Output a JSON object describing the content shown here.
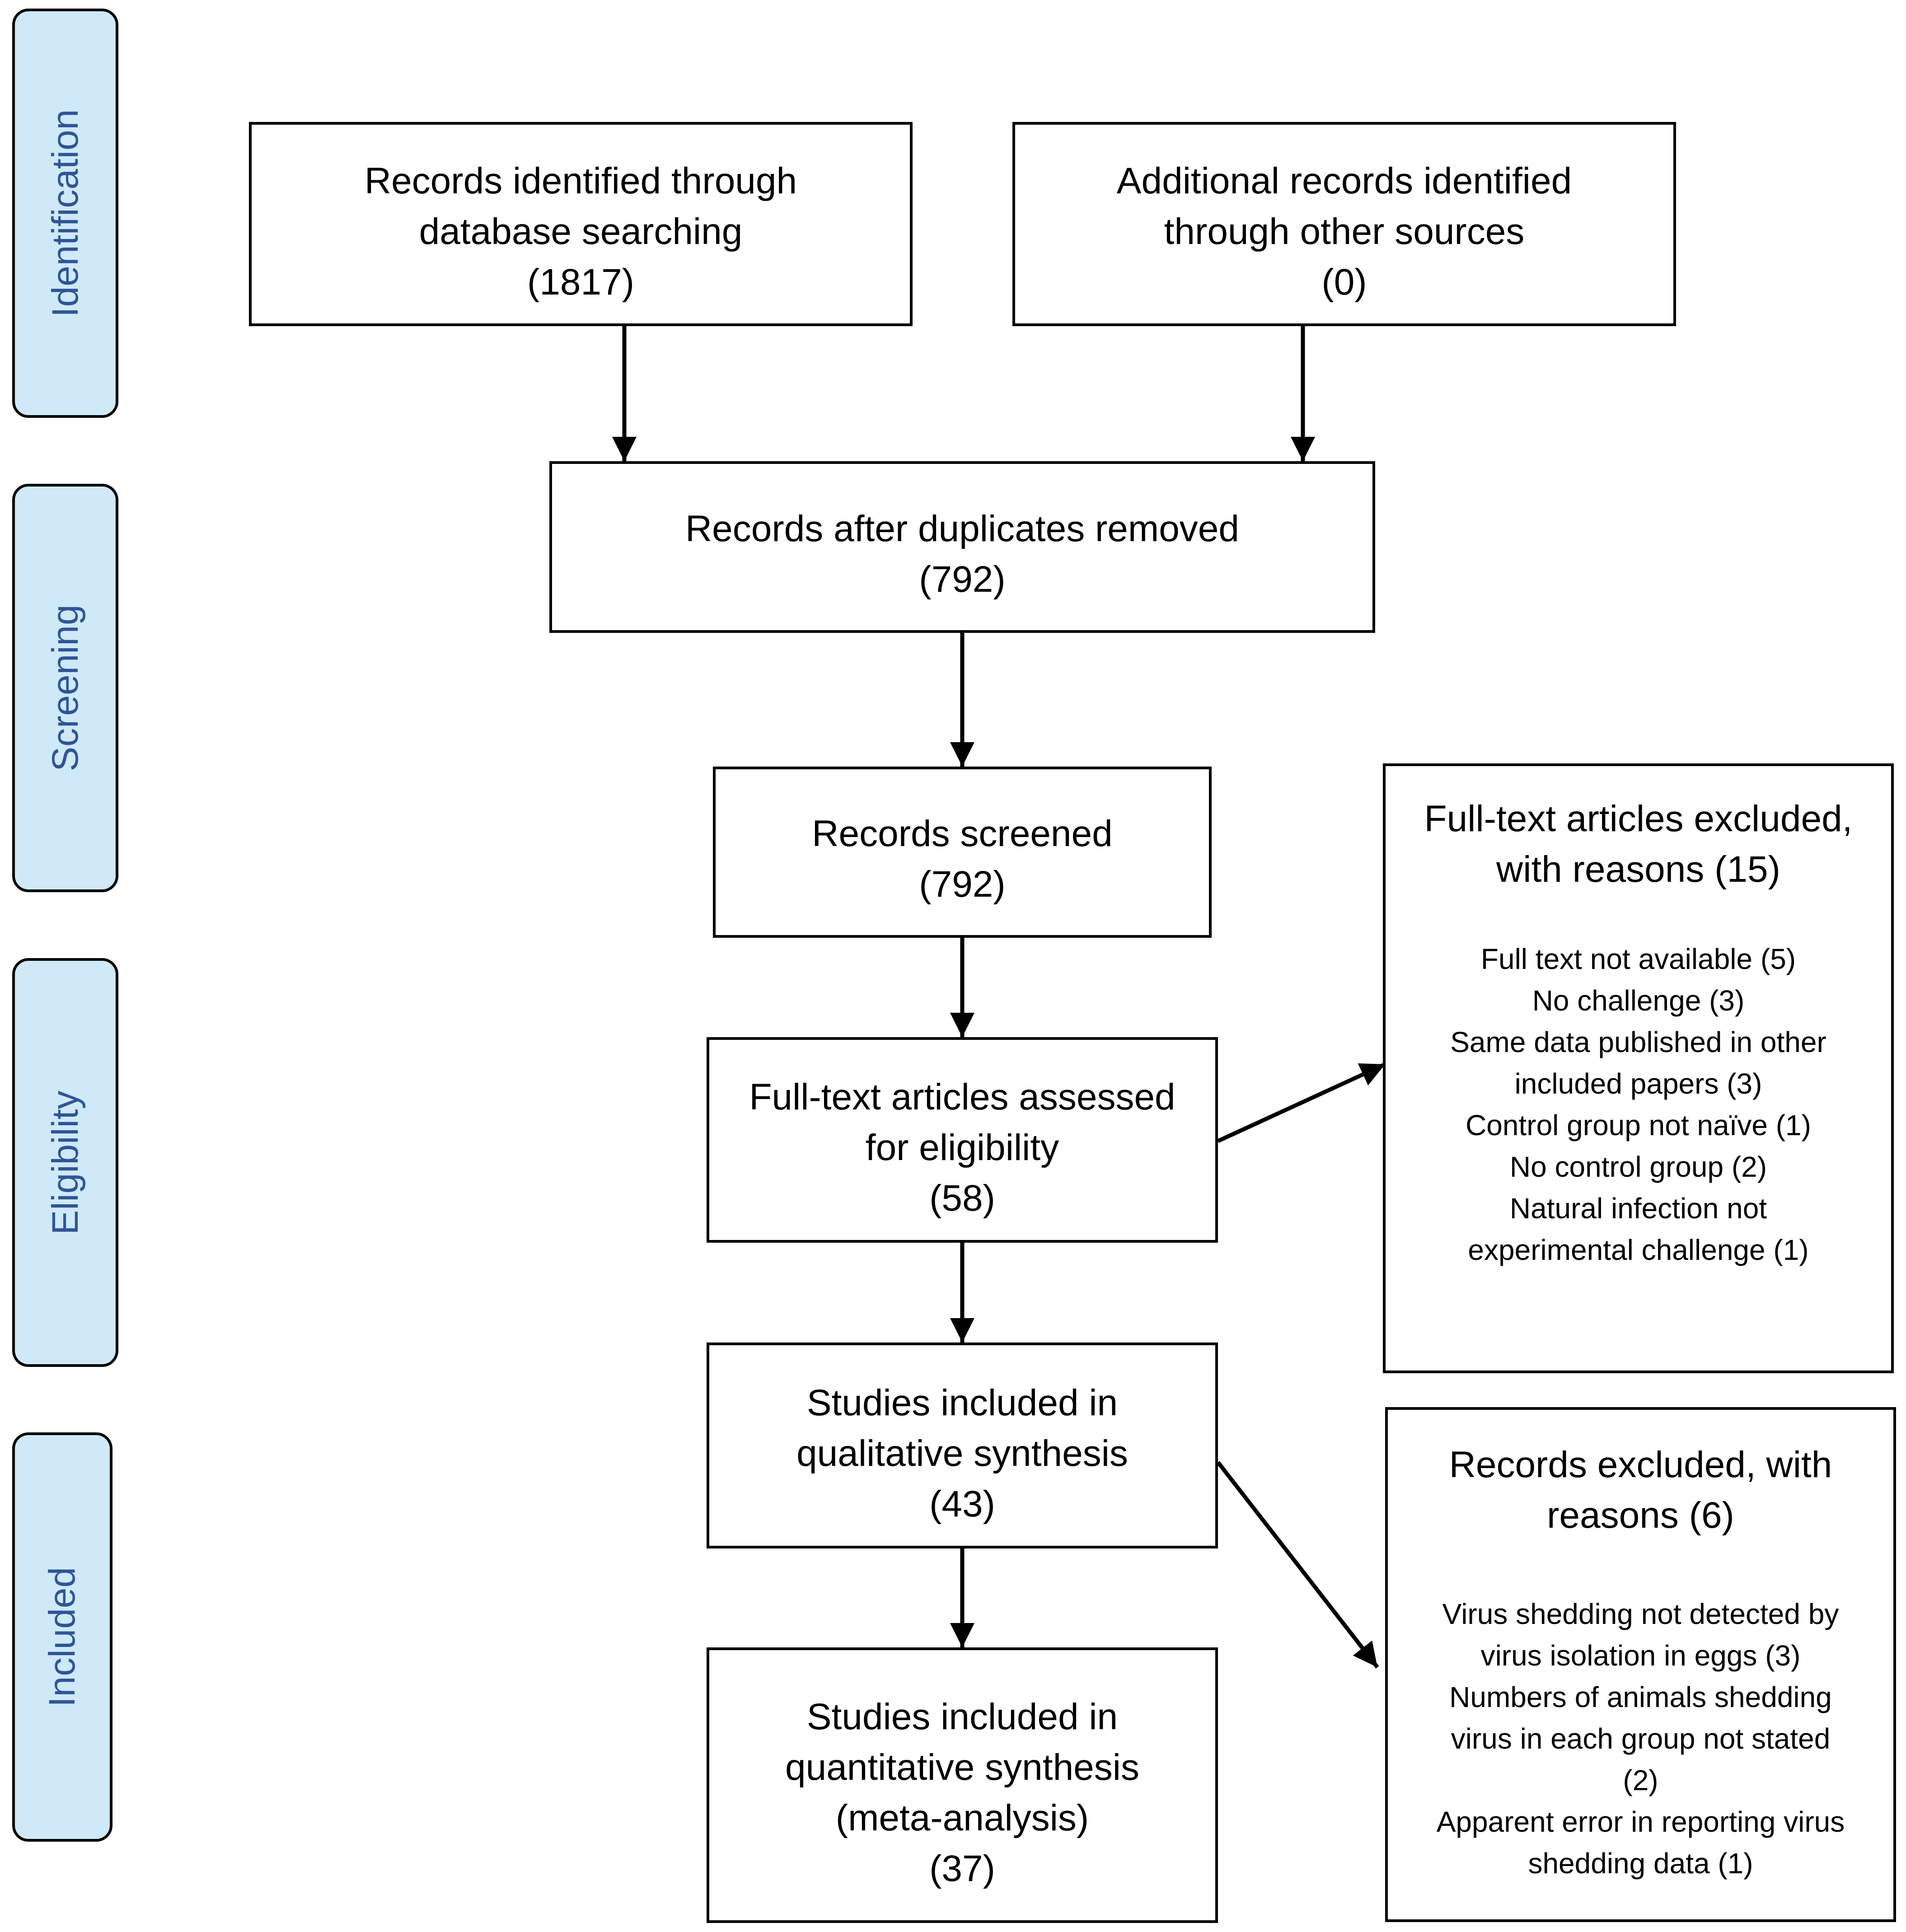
{
  "stages": {
    "identification": "Identification",
    "screening": "Screening",
    "eligibility": "Eligibility",
    "included": "Included"
  },
  "boxes": {
    "database": [
      "Records identified through",
      "database searching",
      "(1817)"
    ],
    "other_sources": [
      "Additional records identified",
      "through other sources",
      "(0)"
    ],
    "duplicates_removed": [
      "Records after duplicates removed",
      "(792)"
    ],
    "screened": [
      "Records screened",
      "(792)"
    ],
    "fulltext_assessed": [
      "Full-text articles assessed",
      "for eligibility",
      "(58)"
    ],
    "qualitative": [
      "Studies included in",
      "qualitative synthesis",
      "(43)"
    ],
    "quantitative": [
      "Studies included in",
      "quantitative synthesis",
      "(meta-analysis)",
      "(37)"
    ]
  },
  "exclusions": {
    "fulltext": {
      "title": [
        "Full-text articles excluded,",
        "with reasons (15)"
      ],
      "reasons": [
        "Full text not available (5)",
        "No challenge (3)",
        "Same data published in other",
        "included papers (3)",
        "Control group not naïve (1)",
        "No control group (2)",
        "Natural infection not",
        "experimental challenge (1)"
      ]
    },
    "records": {
      "title": [
        "Records excluded, with",
        "reasons (6)"
      ],
      "reasons": [
        "Virus shedding not detected by",
        "virus isolation in eggs (3)",
        "Numbers of animals shedding",
        "virus in each group not stated",
        "(2)",
        "Apparent error in reporting virus",
        "shedding data (1)"
      ]
    }
  },
  "colors": {
    "stage_fill": "#cfe9f9",
    "stage_text": "#2f5597",
    "box_border": "#000000"
  }
}
